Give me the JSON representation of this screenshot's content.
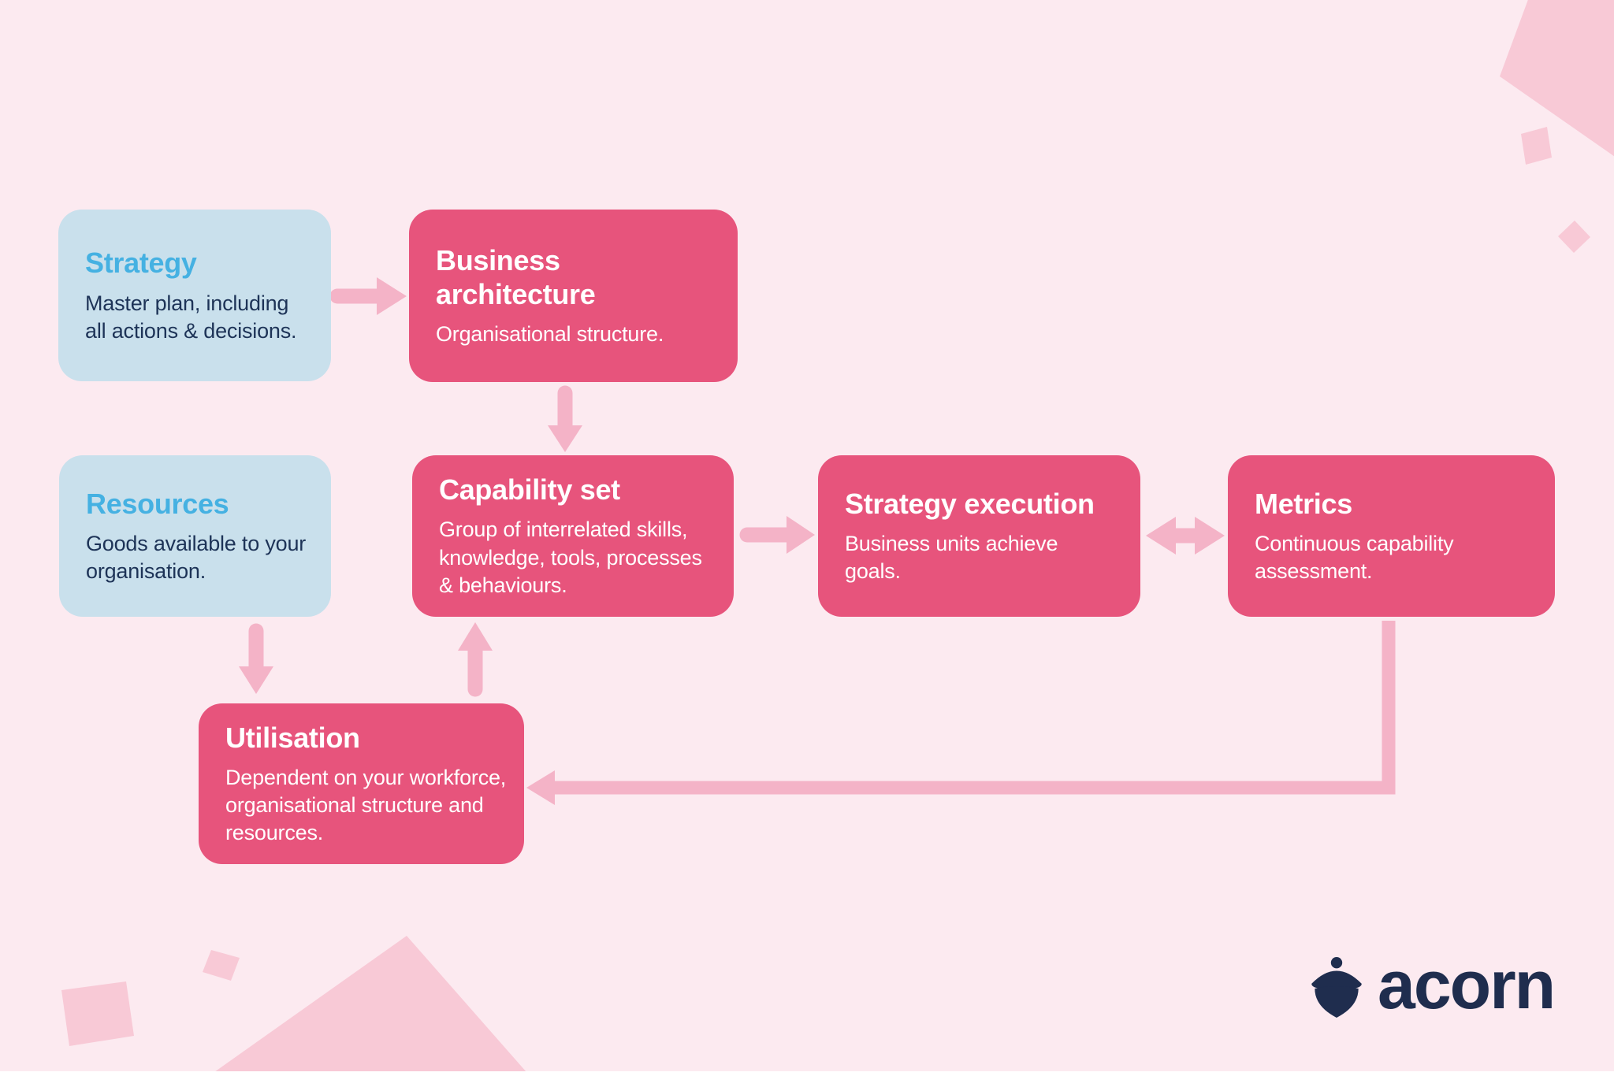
{
  "palette": {
    "background": "#fceaf0",
    "decor_shape": "#f8c9d6",
    "arrow": "#f4b3c7",
    "pink_box": "#e7547c",
    "blue_box": "#c9e0ec",
    "blue_title": "#45b1e2",
    "navy_text": "#1d3357",
    "white_text": "#ffffff",
    "logo_navy": "#1f2d4e"
  },
  "boxes": {
    "strategy": {
      "title": "Strategy",
      "body": "Master plan, including\nall actions & decisions."
    },
    "business_architecture": {
      "title": "Business\narchitecture",
      "body": "Organisational structure."
    },
    "resources": {
      "title": "Resources",
      "body": "Goods available to your\norganisation."
    },
    "capability_set": {
      "title": "Capability set",
      "body": "Group of interrelated skills,\nknowledge, tools, processes\n& behaviours."
    },
    "strategy_execution": {
      "title": "Strategy execution",
      "body": "Business units achieve\ngoals."
    },
    "metrics": {
      "title": "Metrics",
      "body": "Continuous capability\nassessment."
    },
    "utilisation": {
      "title": "Utilisation",
      "body": "Dependent on your workforce,\norganisational structure and\nresources."
    }
  },
  "logo": {
    "text": "acorn"
  }
}
